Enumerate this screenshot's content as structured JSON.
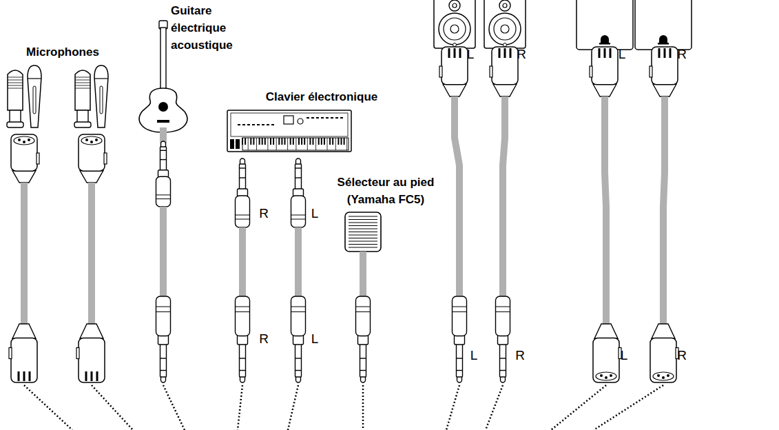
{
  "diagram": {
    "labels": [
      "Guitare électrique acoustique",
      "Microphones",
      "Clavier électronique",
      "Sélecteur au pied (Yamaha FC5)",
      "L",
      "R",
      "L",
      "R",
      "R",
      "L",
      "R",
      "L",
      "L",
      "R",
      "L",
      "R"
    ]
  }
}
